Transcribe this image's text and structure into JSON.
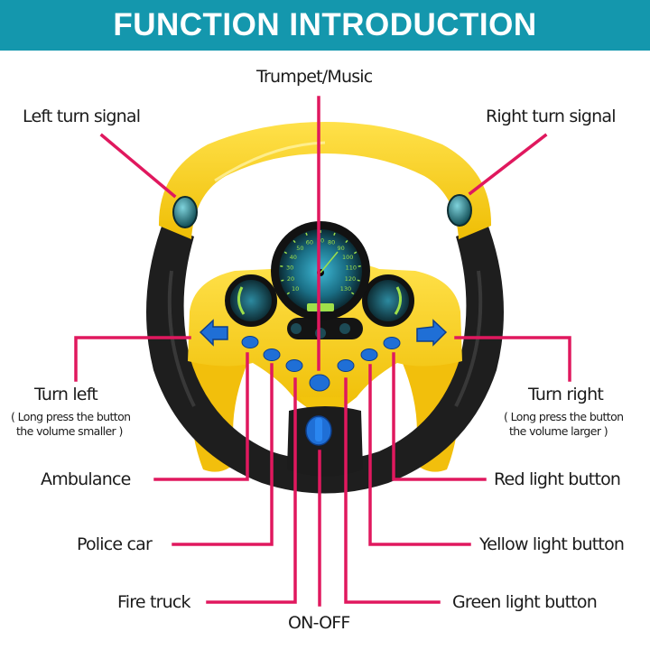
{
  "header": {
    "title": "FUNCTION INTRODUCTION"
  },
  "colors": {
    "banner": "#1497ad",
    "leader_line": "#e0185e",
    "wheel_rim_yellow": "#f7d117",
    "wheel_grip_black": "#1e1e1e",
    "button_blue": "#1f6fd6",
    "signal_teal": "#1c6e77",
    "gauge_green": "#9fe04a"
  },
  "labels": {
    "trumpet_music": "Trumpet/Music",
    "left_turn_signal": "Left turn signal",
    "right_turn_signal": "Right turn signal",
    "turn_left": "Turn left",
    "turn_left_note_1": "( Long press the button",
    "turn_left_note_2": "the volume smaller )",
    "turn_right": "Turn right",
    "turn_right_note_1": "( Long press the button",
    "turn_right_note_2": "the volume  larger )",
    "ambulance": "Ambulance",
    "police_car": "Police car",
    "fire_truck": "Fire truck",
    "on_off": "ON-OFF",
    "red_light_button": "Red light button",
    "yellow_light_button": "Yellow light button",
    "green_light_button": "Green light button"
  },
  "speedometer": {
    "ticks": [
      "10",
      "20",
      "30",
      "40",
      "50",
      "60",
      "70",
      "80",
      "90",
      "100",
      "110",
      "120",
      "130"
    ]
  }
}
